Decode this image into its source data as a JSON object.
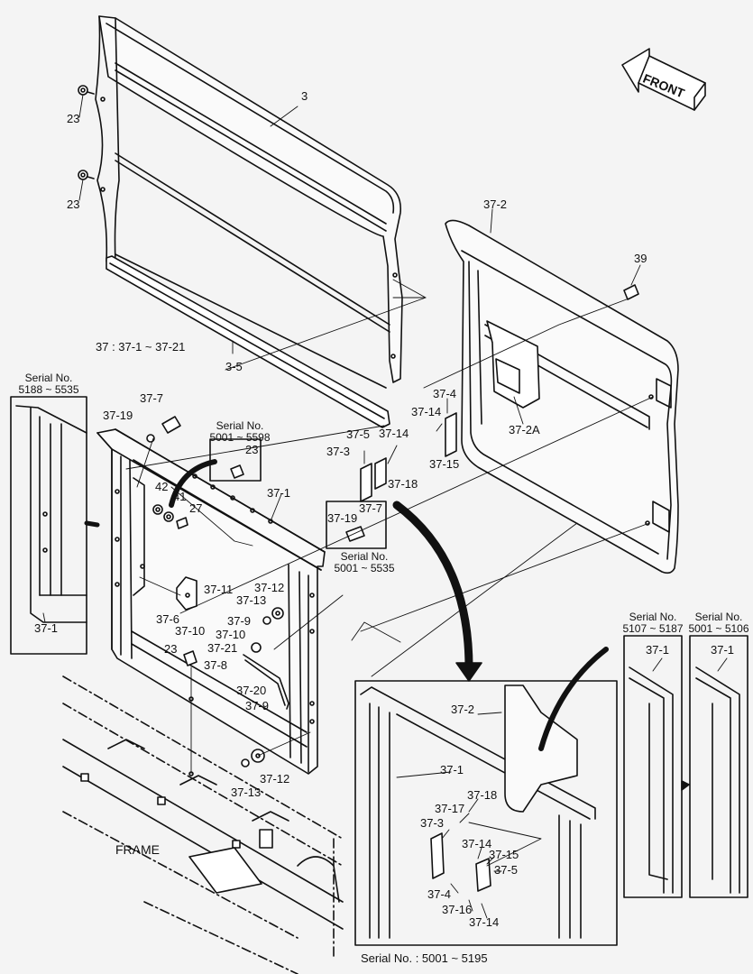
{
  "front_label": "FRONT",
  "frame_label": "FRAME",
  "group_note": "37 : 37-1 ~ 37-21",
  "serial_bottom": "Serial No. : 5001 ~ 5195",
  "serials": {
    "left_title": "Serial No.",
    "left_range": "5188 ~ 5535",
    "mid_title": "Serial No.",
    "mid_range": "5001 ~ 5598",
    "mid2_title": "Serial No.",
    "mid2_range": "5001 ~ 5535",
    "r1_title": "Serial No.",
    "r1_range": "5107 ~ 5187",
    "r2_title": "Serial No.",
    "r2_range": "5001 ~ 5106"
  },
  "parts": {
    "p3": "3",
    "p3_5": "3-5",
    "p23a": "23",
    "p23b": "23",
    "p23c": "23",
    "p23d": "23",
    "p37_2": "37-2",
    "p39": "39",
    "p37_2A": "37-2A",
    "p37_4": "37-4",
    "p37_14a": "37-14",
    "p37_15a": "37-15",
    "p37_5": "37-5",
    "p37_14b": "37-14",
    "p37_3": "37-3",
    "p37_18": "37-18",
    "p37_7": "37-7",
    "p37_19": "37-19",
    "p42": "42",
    "p41": "41",
    "p27": "27",
    "p37_1": "37-1",
    "p37_19b": "37-19",
    "p37_7b": "37-7",
    "p37_11": "37-11",
    "p37_6": "37-6",
    "p37_10": "37-10",
    "p37_12": "37-12",
    "p37_13": "37-13",
    "p37_9": "37-9",
    "p37_10b": "37-10",
    "p37_21": "37-21",
    "p37_8": "37-8",
    "p37_20": "37-20",
    "p37_9b": "37-9",
    "p37_12b": "37-12",
    "p37_13b": "37-13",
    "p37_1left": "37-1",
    "i37_2": "37-2",
    "i37_1": "37-1",
    "i37_18": "37-18",
    "i37_17": "37-17",
    "i37_3": "37-3",
    "i37_14": "37-14",
    "i37_15": "37-15",
    "i37_5": "37-5",
    "i37_4": "37-4",
    "i37_16": "37-16",
    "i37_14b": "37-14",
    "r37_1a": "37-1",
    "r37_1b": "37-1"
  }
}
